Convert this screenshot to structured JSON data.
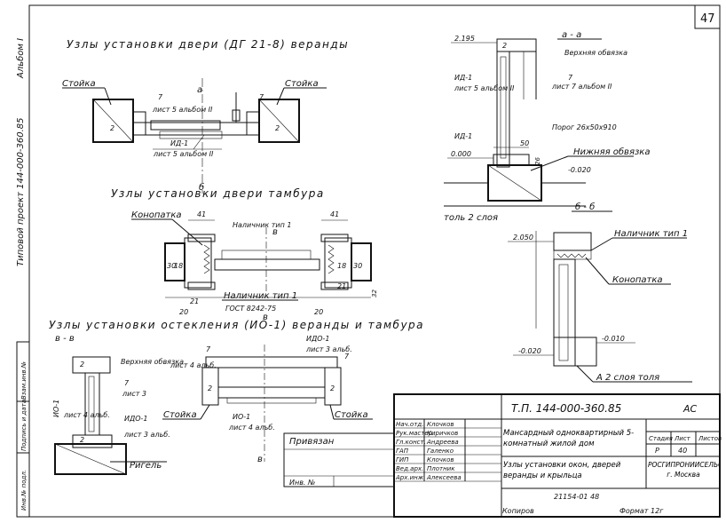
{
  "sheet_number": "47",
  "album": "Альбом I",
  "side_project": "Типовой проект 144-000-360.85",
  "side_stamp": [
    "Инв.№ подл.",
    "Подпись и дата",
    "Взам.инв.№"
  ],
  "titles": {
    "door_veranda": "Узлы установки двери (ДГ 21-8) веранды",
    "door_vestibule": "Узлы установки двери тамбура",
    "glazing": "Узлы установки остекления (ИО-1) веранды и тамбура"
  },
  "labels": {
    "stoyka": "Стойка",
    "konopatka": "Конопатка",
    "rigel": "Ригель",
    "nalichnik_tip1": "Наличник тип 1",
    "nalichnik_tip1_lower": "Наличник тип 1",
    "gost": "ГОСТ 8242-75",
    "verkh_obvyazka": "Верхняя обвязка",
    "nizh_obvyazka": "Нижняя обвязка",
    "porog": "Порог 26x50x910",
    "tol": "толь 2 слоя",
    "tol2": "А 2 слоя толя",
    "ido1": "ИДО-1",
    "io1": "ИО-1",
    "id1": "ИД-1",
    "list5_album2": "лист 5 альбом II",
    "list5_album2_b": "лист 5 альбом II",
    "list7_album2": "лист 7 альбом II",
    "list3_alb": "лист 3 альб.",
    "list4_alb": "лист 4 альб.",
    "list3": "лист 3",
    "list4_alb2": "лист 4 альб."
  },
  "section_marks": {
    "aa": "а - а",
    "bb": "б - б",
    "vv": "в - в",
    "a": "а",
    "b": "б",
    "v": "в"
  },
  "dims": {
    "d2195": "2.195",
    "d2050": "2.050",
    "d0000": "0.000",
    "d_0020a": "-0.020",
    "d_0020b": "-0.020",
    "d_0010": "-0.010",
    "d7": "7",
    "d2": "2",
    "d50": "50",
    "d26": "26",
    "d41": "41",
    "d21": "21",
    "d30": "30",
    "d18": "18",
    "d20": "20",
    "d32": "32"
  },
  "title_block": {
    "code": "Т.П.    144-000-360.85",
    "stage_code": "АС",
    "privyazan": "Привязан",
    "inv": "Инв. №",
    "roles": [
      "Нач.отд.",
      "Рук.мастер.",
      "Гл.конст.",
      "ГАП",
      "ГИП",
      "Вед.арх.",
      "Арх.инж."
    ],
    "names": [
      "Клочков",
      "Киричков",
      "Андреева",
      "Галенко",
      "Клочков",
      "Плотник",
      "Алексеева"
    ],
    "project_name": "Мансардный одноквартирный 5-комнатный жилой дом",
    "sheet_title": "Узлы установки окон, дверей веранды и крыльца",
    "org": "РОСГИПРОНИИСЕЛЬСТРОЙ г. Москва",
    "col_stage": "Стадия",
    "col_sheet": "Лист",
    "col_sheets": "Листов",
    "stage": "Р",
    "sheet": "40",
    "sheets": ""
  },
  "footer": {
    "doc_no": "21154-01   48",
    "copied": "Копиров",
    "format": "Формат 12г"
  },
  "colors": {
    "ink": "#111111",
    "paper": "#ffffff"
  }
}
